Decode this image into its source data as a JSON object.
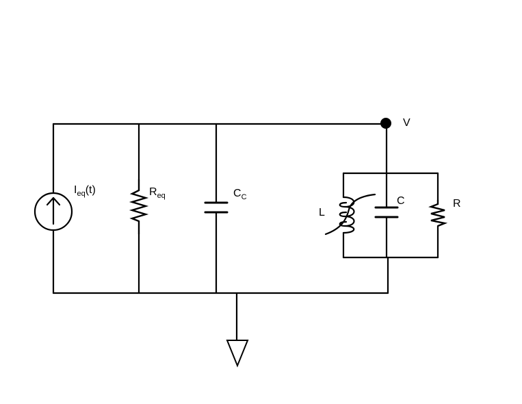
{
  "diagram": {
    "colors": {
      "wire": "#000000",
      "background": "#ffffff"
    },
    "labels": {
      "current_source": {
        "main": "I",
        "sub": "eq",
        "tail": "(t)"
      },
      "r_eq": {
        "main": "R",
        "sub": "eq"
      },
      "c_c": {
        "main": "C",
        "sub": "C"
      },
      "node_v": "V",
      "inductor": "L",
      "capacitor": "C",
      "resistor": "R"
    },
    "symbols": {
      "current_source": "arrow-up-current-source-icon",
      "ground": "ground-triangle-icon",
      "node": "filled-node-dot-icon"
    }
  }
}
